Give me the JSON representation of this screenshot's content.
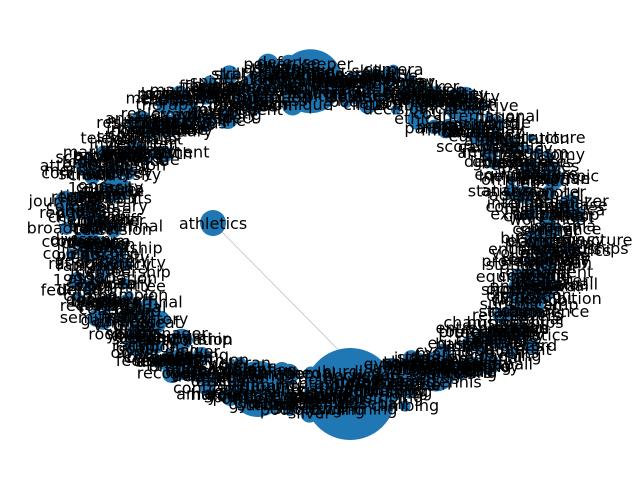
{
  "graph": {
    "type": "network-graph",
    "node_color": "#1f77b4",
    "edge_color": "#b0b0b0",
    "label_color": "#000000",
    "highlight_node": "athletics",
    "labels": [
      "athletics",
      "players",
      "business",
      "statistics",
      "championships",
      "entrepreneurs",
      "technology",
      "professional",
      "equipment",
      "tournament",
      "football",
      "coaching",
      "basketball",
      "equipment",
      "regional",
      "media",
      "marathon",
      "annual",
      "official",
      "olympic",
      "soccer",
      "tennis",
      "national",
      "stadium",
      "referee",
      "season",
      "league",
      "trophy",
      "record",
      "results",
      "sponsors",
      "fans",
      "training",
      "events",
      "volleyball",
      "cricket",
      "rugby",
      "hockey",
      "baseball",
      "golf",
      "swimming",
      "cycling",
      "boxing",
      "wrestling",
      "fencing",
      "rowing",
      "sailing",
      "archery",
      "shooting",
      "judo",
      "karate",
      "gymnastics",
      "skiing",
      "skating",
      "surfing",
      "climbing",
      "running",
      "jumping",
      "throwing",
      "sprint",
      "relay",
      "hurdles",
      "javelin",
      "discus",
      "hammer",
      "pole",
      "decathlon",
      "heptathlon",
      "triathlon",
      "medal",
      "gold",
      "silver",
      "bronze",
      "podium",
      "ceremony",
      "anthem",
      "flag",
      "team",
      "captain",
      "manager",
      "owner",
      "club",
      "academy",
      "youth",
      "junior",
      "senior",
      "veteran",
      "amateur",
      "rookie",
      "draft",
      "contract",
      "salary",
      "transfer",
      "injury",
      "recovery",
      "doping",
      "ban",
      "appeal",
      "committee",
      "federation",
      "association",
      "union",
      "membership",
      "ranking",
      "rating",
      "score",
      "goal",
      "points",
      "victory",
      "defeat",
      "draw",
      "match",
      "game",
      "round",
      "final",
      "semifinal",
      "quarterfinal",
      "qualifier",
      "playoff",
      "champion",
      "title",
      "cup",
      "series",
      "history",
      "1990s",
      "1980s",
      "legacy",
      "culture",
      "community",
      "school",
      "college",
      "university",
      "student",
      "scholarship",
      "program",
      "division",
      "conference",
      "broadcast",
      "television",
      "radio",
      "studios",
      "coverage",
      "reporter",
      "journalist",
      "analysis",
      "commentary",
      "highlights",
      "replay",
      "ticket",
      "arena",
      "venue",
      "capacity",
      "crowd",
      "attendance",
      "merchandise",
      "jersey",
      "brand",
      "marketing",
      "advertising",
      "revenue",
      "finance",
      "budget",
      "investment",
      "growth",
      "strategy",
      "development",
      "innovation",
      "research",
      "science",
      "nutrition",
      "fitness",
      "health",
      "medicine",
      "physio",
      "therapy",
      "mental",
      "focus",
      "discipline",
      "motivation",
      "leadership",
      "teamwork",
      "respect",
      "fairplay",
      "integrity",
      "spirit",
      "passion",
      "dedication",
      "talent",
      "skill",
      "speed",
      "strength",
      "endurance",
      "agility",
      "balance",
      "power",
      "technique",
      "tactics",
      "formation",
      "defense",
      "offense",
      "midfield",
      "striker",
      "keeper",
      "pitch",
      "court",
      "field",
      "track",
      "pool",
      "ring",
      "mat",
      "course",
      "circuit",
      "lane",
      "whistle",
      "timer",
      "scoreboard",
      "camera",
      "replay",
      "video",
      "review",
      "decision",
      "rules",
      "regulation",
      "policy",
      "governance",
      "ethics",
      "equality",
      "diversity",
      "inclusion",
      "women",
      "men",
      "mixed",
      "paralympic",
      "adaptive",
      "global",
      "international",
      "continental",
      "world",
      "europe",
      "asia",
      "africa",
      "america",
      "oceania",
      "host",
      "bid",
      "infrastructure",
      "legacy",
      "tourism",
      "economy",
      "volunteers",
      "staff",
      "officials",
      "judges",
      "umpire",
      "linesman",
      "statistician",
      "analyst",
      "scout",
      "agent",
      "promoter",
      "organizer",
      "festival",
      "exhibition",
      "showcase",
      "clinic",
      "camp",
      "workshop",
      "seminar",
      "conference",
      "summit"
    ]
  }
}
